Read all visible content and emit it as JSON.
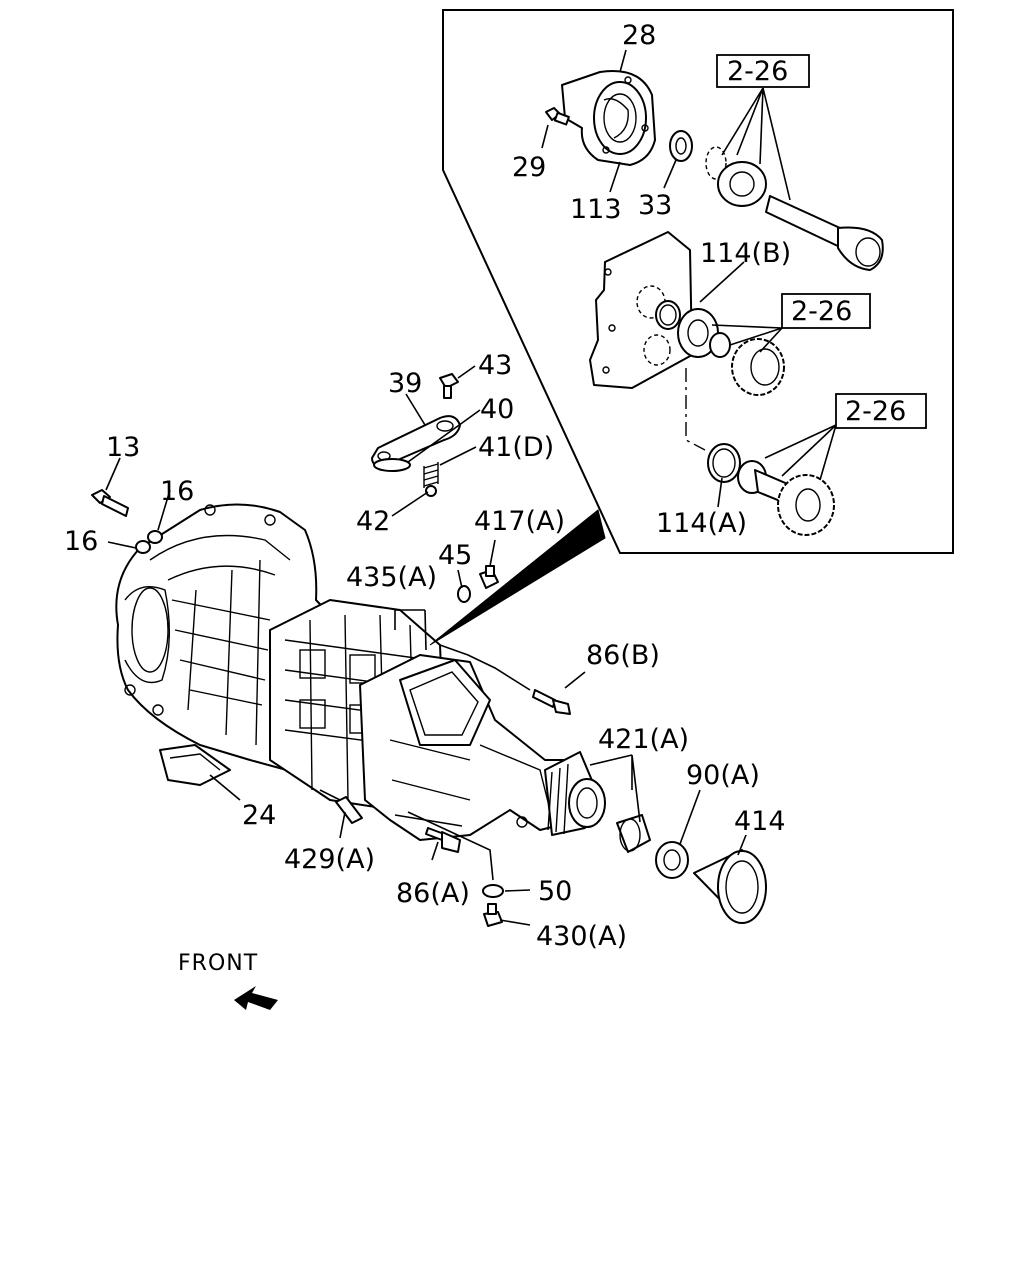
{
  "diagram": {
    "front_label": "FRONT",
    "callouts": {
      "c28": "28",
      "c29": "29",
      "c113": "113",
      "c33": "33",
      "c2_26_a": "2-26",
      "c114b": "114(B)",
      "c2_26_b": "2-26",
      "c2_26_c": "2-26",
      "c114a": "114(A)",
      "c39": "39",
      "c43": "43",
      "c40": "40",
      "c41d": "41(D)",
      "c42": "42",
      "c13": "13",
      "c16_a": "16",
      "c16_b": "16",
      "c417a": "417(A)",
      "c45": "45",
      "c435a": "435(A)",
      "c86b": "86(B)",
      "c421a": "421(A)",
      "c90a": "90(A)",
      "c414": "414",
      "c24": "24",
      "c429a": "429(A)",
      "c86a": "86(A)",
      "c50": "50",
      "c430a": "430(A)"
    }
  }
}
